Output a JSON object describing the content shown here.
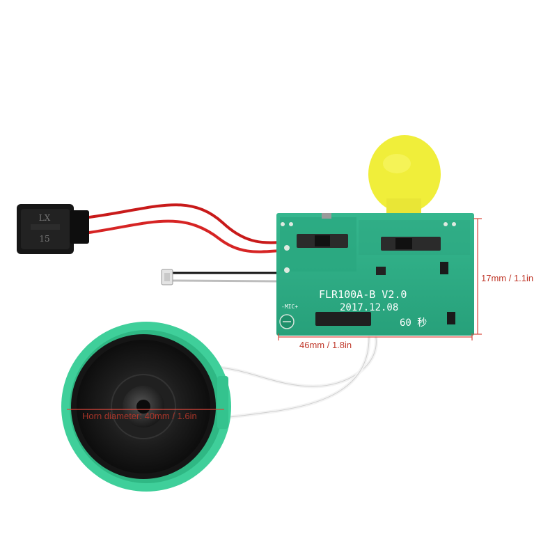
{
  "pcb": {
    "model": "FLR100A-B V2.0",
    "date": "2017.12.08",
    "mic_label": "-MIC+",
    "duration_label": "60 秒"
  },
  "button": {
    "line1": "LX",
    "line3": "15"
  },
  "dimensions": {
    "height": "17mm / 1.1in",
    "width": "46mm / 1.8in",
    "horn": "Horn diameter: 40mm / 1.6in"
  },
  "colors": {
    "pcb_green": "#2fae86",
    "speaker_ring": "#3fcf9a",
    "battery_yellow": "#f0ee3a",
    "dimension_red": "#d9453a"
  }
}
